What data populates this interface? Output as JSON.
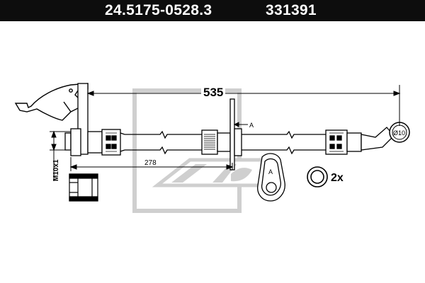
{
  "header": {
    "part_number": "24.5175-0528.3",
    "reference_number": "331391"
  },
  "dimensions": {
    "overall_length": "535",
    "partial_length": "278",
    "thread": "M10x1",
    "fitting_diameter": "Ø10"
  },
  "labels": {
    "section_marker": "A",
    "detail_marker": "A",
    "washer_quantity": "2x"
  },
  "colors": {
    "header_bg": "#0d0d0d",
    "line": "#000000",
    "watermark": "#cfcfcf"
  },
  "icons": {
    "watermark": "ate-logo-watermark"
  }
}
